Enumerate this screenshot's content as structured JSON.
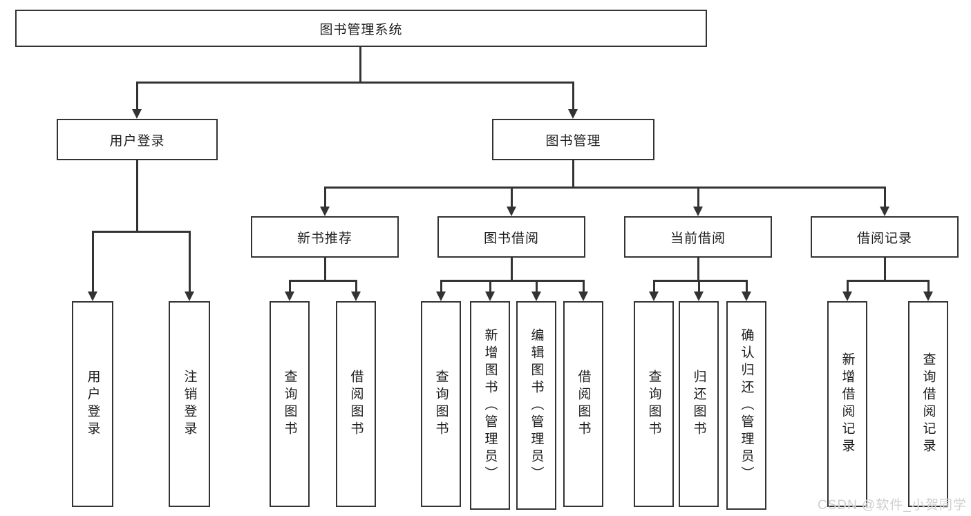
{
  "colors": {
    "line": "#333333",
    "fill": "#ffffff",
    "text": "#1c1c1c",
    "watermark": "#cfcfcf"
  },
  "diagram": {
    "root": "图书管理系统",
    "level2": {
      "user_login": "用户登录",
      "book_management": "图书管理"
    },
    "level3": {
      "new_book": "新书推荐",
      "borrow": "图书借阅",
      "current": "当前借阅",
      "records": "借阅记录"
    },
    "leaves": {
      "user_login": [
        "用户登录",
        "注销登录"
      ],
      "new_book": [
        "查询图书",
        "借阅图书"
      ],
      "borrow": [
        "查询图书",
        "新增图书（管理员）",
        "编辑图书（管理员）",
        "借阅图书"
      ],
      "current": [
        "查询图书",
        "归还图书",
        "确认归还（管理员）"
      ],
      "records": [
        "新增借阅记录",
        "查询借阅记录"
      ]
    }
  },
  "watermark": "CSDN @软件_小贺同学"
}
